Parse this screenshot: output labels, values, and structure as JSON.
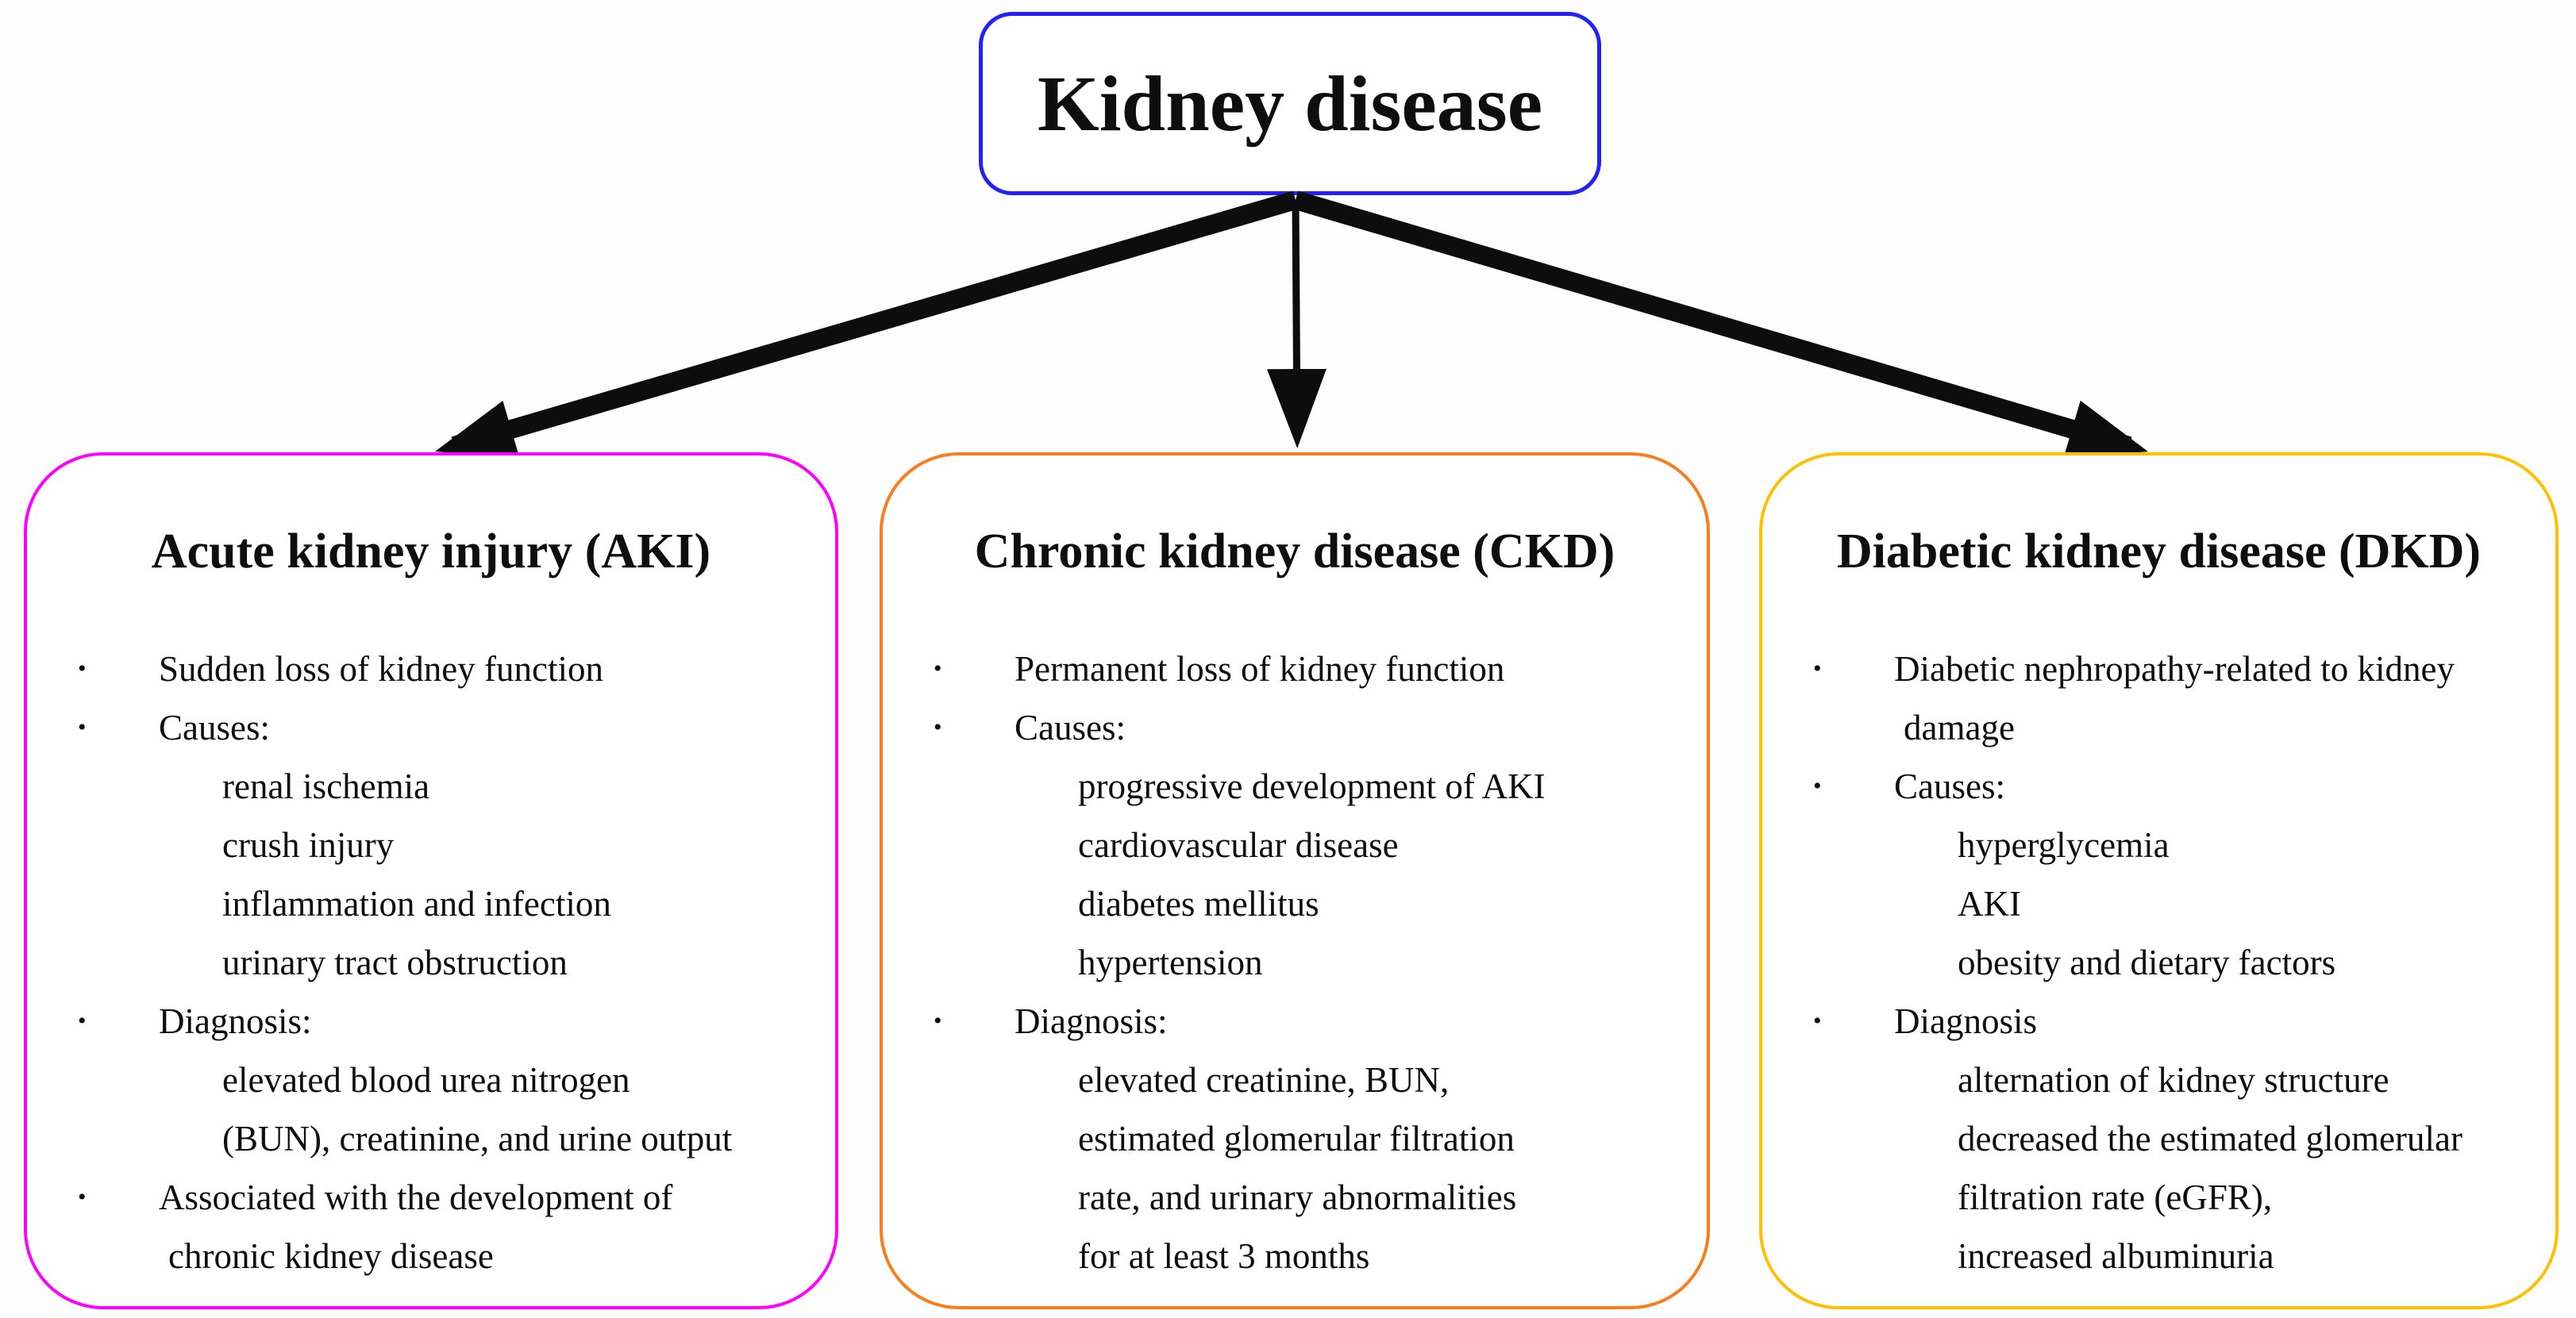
{
  "glyphs": {
    "bullet": "•"
  },
  "arrow_color": "#0d0d0d",
  "root": {
    "title": "Kidney disease",
    "border_color": "#2222f5"
  },
  "cards": [
    {
      "id": "aki",
      "title": "Acute kidney injury (AKI)",
      "border_color": "#ff00ff",
      "items": [
        "Sudden loss of kidney function",
        "Causes:",
        "renal ischemia",
        "crush injury",
        "inflammation and infection",
        "urinary tract obstruction",
        "Diagnosis:",
        "elevated blood urea nitrogen",
        "(BUN), creatinine, and urine output",
        "Associated with the development of",
        "chronic kidney disease"
      ]
    },
    {
      "id": "ckd",
      "title": "Chronic kidney disease (CKD)",
      "border_color": "#fa7d1d",
      "items": [
        "Permanent loss of kidney function",
        "Causes:",
        "progressive development of AKI",
        "cardiovascular disease",
        "diabetes mellitus",
        "hypertension",
        "Diagnosis:",
        "elevated creatinine, BUN,",
        "estimated glomerular filtration",
        "rate, and urinary abnormalities",
        "for at least 3 months"
      ]
    },
    {
      "id": "dkd",
      "title": "Diabetic kidney disease (DKD)",
      "border_color": "#ffc000",
      "items": [
        "Diabetic nephropathy-related to kidney",
        "damage",
        "Causes:",
        "hyperglycemia",
        "AKI",
        "obesity and dietary factors",
        "Diagnosis",
        "alternation of kidney structure",
        "decreased the estimated glomerular",
        "filtration rate (eGFR),",
        "increased albuminuria"
      ]
    }
  ]
}
